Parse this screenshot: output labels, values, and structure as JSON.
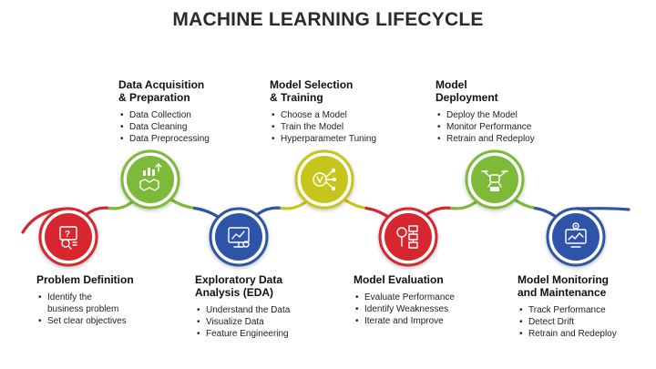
{
  "title": "MACHINE LEARNING LIFECYCLE",
  "colors": {
    "red": "#d7262e",
    "green": "#7dba3a",
    "blue": "#2e54a8",
    "yellow": "#c7c51c"
  },
  "stages": [
    {
      "id": "problem-definition",
      "title_lines": [
        "Problem Definition"
      ],
      "color": "red",
      "icon": "problem-search-icon",
      "items": [
        [
          "Identify the",
          "business problem"
        ],
        [
          "Set clear objectives"
        ]
      ]
    },
    {
      "id": "data-acquisition",
      "title_lines": [
        "Data Acquisition",
        "& Preparation"
      ],
      "color": "green",
      "icon": "data-handshake-icon",
      "items": [
        [
          "Data Collection"
        ],
        [
          "Data Cleaning"
        ],
        [
          "Data Preprocessing"
        ]
      ]
    },
    {
      "id": "eda",
      "title_lines": [
        "Exploratory Data",
        "Analysis (EDA)"
      ],
      "color": "blue",
      "icon": "analytics-monitor-icon",
      "items": [
        [
          "Understand the Data"
        ],
        [
          "Visualize Data"
        ],
        [
          "Feature Engineering"
        ]
      ]
    },
    {
      "id": "model-selection",
      "title_lines": [
        "Model Selection",
        "& Training"
      ],
      "color": "yellow",
      "icon": "model-network-icon",
      "items": [
        [
          "Choose a Model"
        ],
        [
          "Train the Model"
        ],
        [
          "Hyperparameter Tuning"
        ]
      ]
    },
    {
      "id": "model-evaluation",
      "title_lines": [
        "Model Evaluation"
      ],
      "color": "red",
      "icon": "evaluation-flow-icon",
      "items": [
        [
          "Evaluate Performance"
        ],
        [
          "Identify Weaknesses"
        ],
        [
          "Iterate and Improve"
        ]
      ]
    },
    {
      "id": "model-deployment",
      "title_lines": [
        "Model",
        "Deployment"
      ],
      "color": "green",
      "icon": "deployment-drone-icon",
      "items": [
        [
          "Deploy the Model"
        ],
        [
          "Monitor Performance"
        ],
        [
          "Retrain and Redeploy"
        ]
      ]
    },
    {
      "id": "model-monitoring",
      "title_lines": [
        "Model Monitoring",
        "and Maintenance"
      ],
      "color": "blue",
      "icon": "monitoring-gear-icon",
      "items": [
        [
          "Track Performance"
        ],
        [
          "Detect Drift"
        ],
        [
          "Retrain and Redeploy"
        ]
      ]
    }
  ]
}
